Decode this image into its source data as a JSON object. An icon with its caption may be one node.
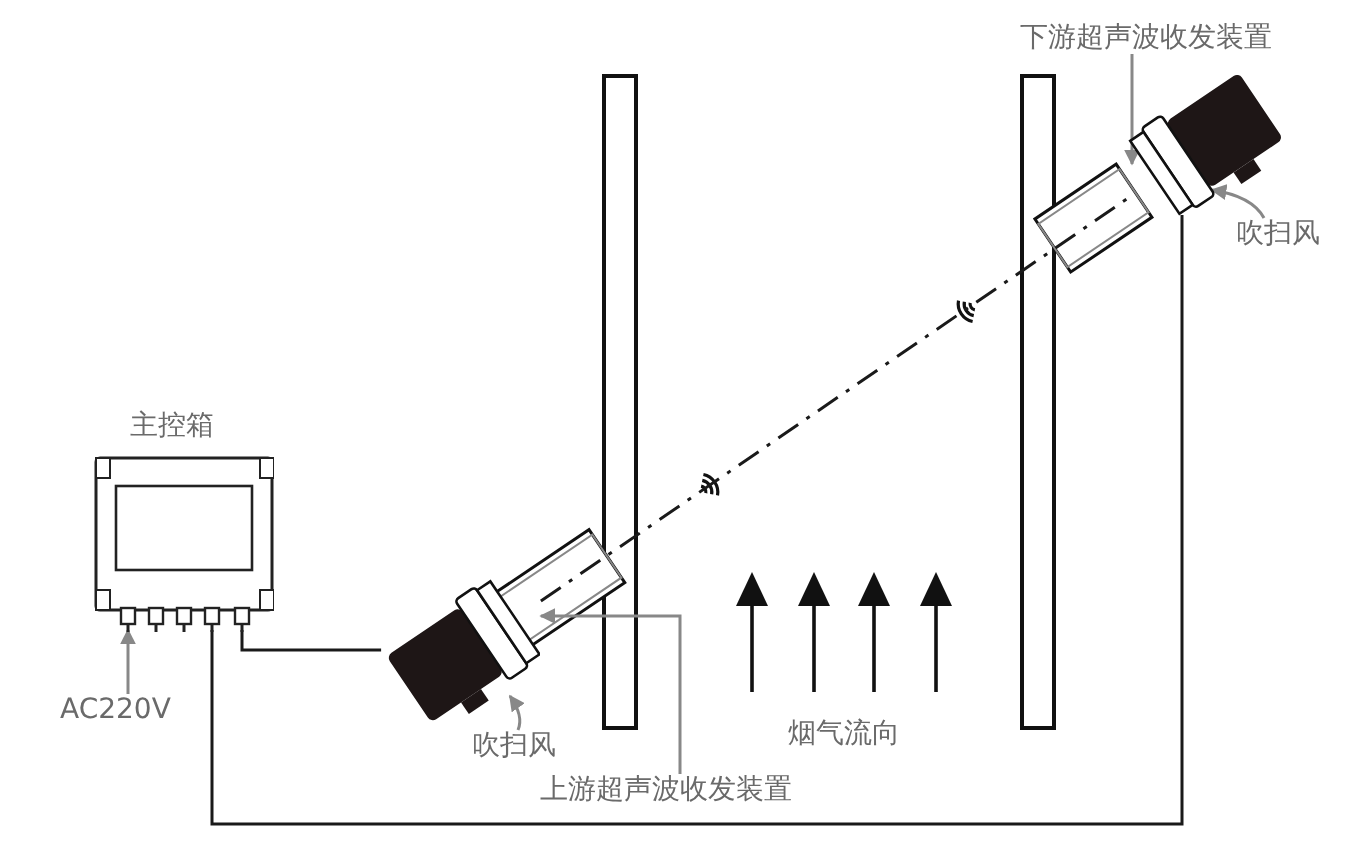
{
  "diagram": {
    "nodes": [
      {
        "text": [
          "主控箱"
        ]
      },
      {
        "text": [],
        "shape": "picture"
      },
      {
        "text": [],
        "shape": "picture"
      },
      {
        "text": [
          "上游超声波收发装置"
        ]
      },
      {
        "text": [
          "下游超声波收发装置"
        ]
      },
      {
        "text": [
          "吹扫风"
        ]
      },
      {
        "text": [
          "吹扫风"
        ]
      },
      {
        "text": [
          "AC220V"
        ]
      }
    ],
    "edges": [
      {
        "from": 0,
        "to": 1,
        "arrow": "none",
        "color": "#1a1a1a"
      },
      {
        "from": 0,
        "to": 2,
        "arrow": "none",
        "color": "#1a1a1a"
      },
      {
        "from": 1,
        "to": 2,
        "arrow": "none",
        "style": "dashed",
        "color": "#1a1a1a"
      },
      {
        "from": 3,
        "to": 1,
        "arrow": "to"
      },
      {
        "from": 4,
        "to": 2,
        "arrow": "to"
      },
      {
        "from": 5,
        "to": 1,
        "arrow": "to"
      },
      {
        "from": 6,
        "to": 2,
        "arrow": "to"
      },
      {
        "from": 7,
        "to": 0,
        "arrow": "to"
      }
    ],
    "labels": [
      "烟气流向"
    ]
  }
}
